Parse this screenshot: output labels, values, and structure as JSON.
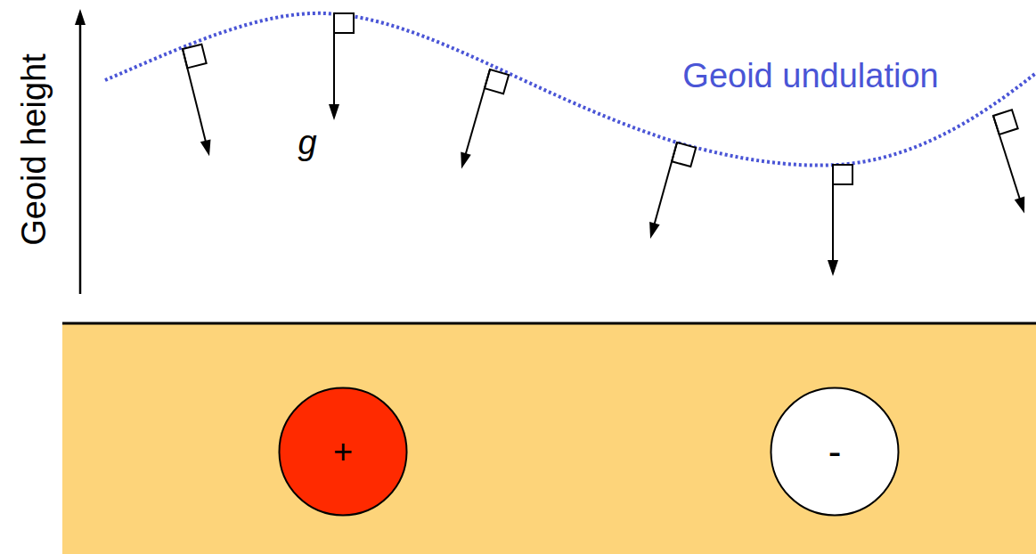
{
  "diagram": {
    "nodes": [
      {
        "text": [
          "+"
        ]
      },
      {
        "text": [
          "-"
        ]
      }
    ],
    "labels": [
      "Geoid height",
      "g",
      "Geoid undulation"
    ]
  }
}
